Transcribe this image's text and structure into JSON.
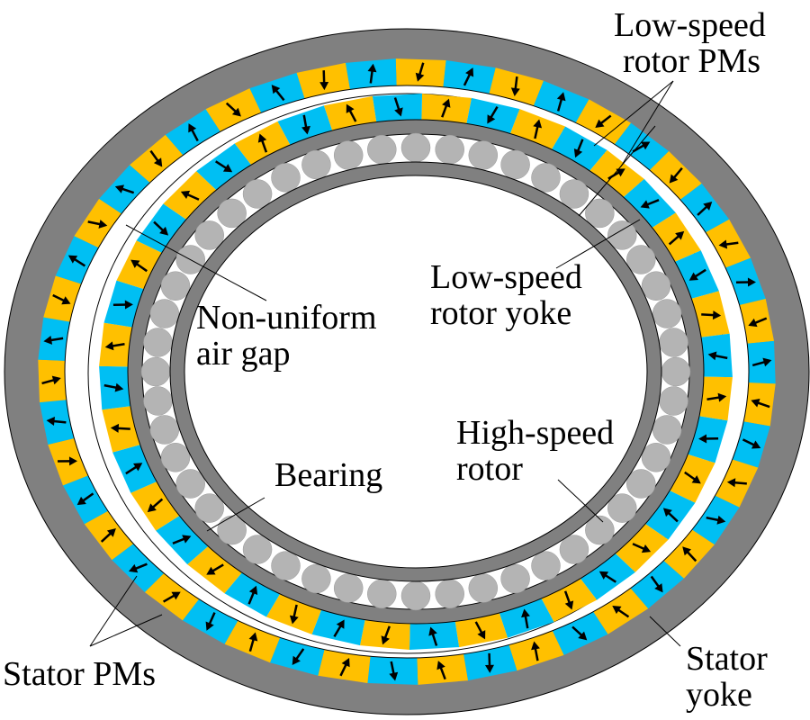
{
  "figure": {
    "type": "magnetic-gear cross-section",
    "colors": {
      "yoke": "#808080",
      "bearing_ball": "#b4b4b4",
      "pm_a": "#ffc000",
      "pm_b": "#00bff3",
      "outline": "#000000",
      "background": "#ffffff"
    },
    "stator_pm_count": 46,
    "rotor_pm_count": 40,
    "bearing_ball_count": 48
  },
  "labels": {
    "low_speed_rotor_pms": [
      "Low-speed",
      "rotor PMs"
    ],
    "low_speed_rotor_yoke": [
      "Low-speed",
      "rotor yoke"
    ],
    "non_uniform_air_gap": [
      "Non-uniform",
      "air gap"
    ],
    "high_speed_rotor": [
      "High-speed",
      "rotor"
    ],
    "bearing": [
      "Bearing"
    ],
    "stator_pms": [
      "Stator PMs"
    ],
    "stator_yoke": [
      "Stator",
      "yoke"
    ]
  }
}
